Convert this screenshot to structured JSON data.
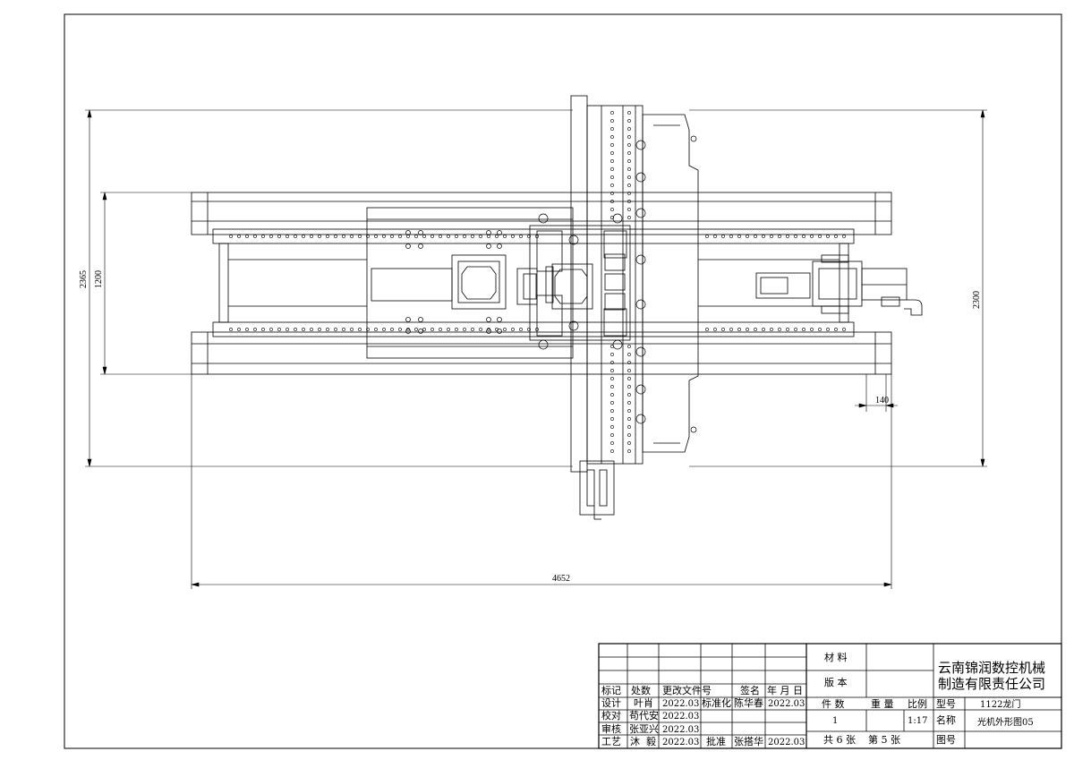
{
  "dimensions": {
    "overall_width": "4652",
    "overall_height": "2300",
    "height_outer": "2365",
    "height_inner": "1200",
    "small": "140"
  },
  "title_block": {
    "company_line1": "云南锦润数控机械",
    "company_line2": "制造有限责任公司",
    "material_label": "材 料",
    "version_label": "版 本",
    "count_label": "件 数",
    "count_value": "1",
    "weight_label": "重 量",
    "scale_label": "比例",
    "scale_value": "1:17",
    "model_label": "型号",
    "model_value": "1122龙门",
    "name_label": "名称",
    "name_value": "光机外形图05",
    "drawing_no_label": "图号",
    "sheet_info": "共 6 张    第 5 张",
    "headers": [
      "标记",
      "处数",
      "更改文件号",
      "签名",
      "年 月 日"
    ],
    "rows": [
      {
        "role": "设计",
        "name": "叶肖",
        "date": "2022.03",
        "role2": "标准化",
        "name2": "陈华春",
        "date2": "2022.03"
      },
      {
        "role": "校对",
        "name": "苟代安",
        "date": "2022.03",
        "role2": "",
        "name2": "",
        "date2": ""
      },
      {
        "role": "审核",
        "name": "张亚兴",
        "date": "2022.03",
        "role2": "",
        "name2": "",
        "date2": ""
      },
      {
        "role": "工艺",
        "name": "沐  毅",
        "date": "2022.03",
        "role2": "批准",
        "name2": "张搭华",
        "date2": "2022.03"
      }
    ]
  }
}
